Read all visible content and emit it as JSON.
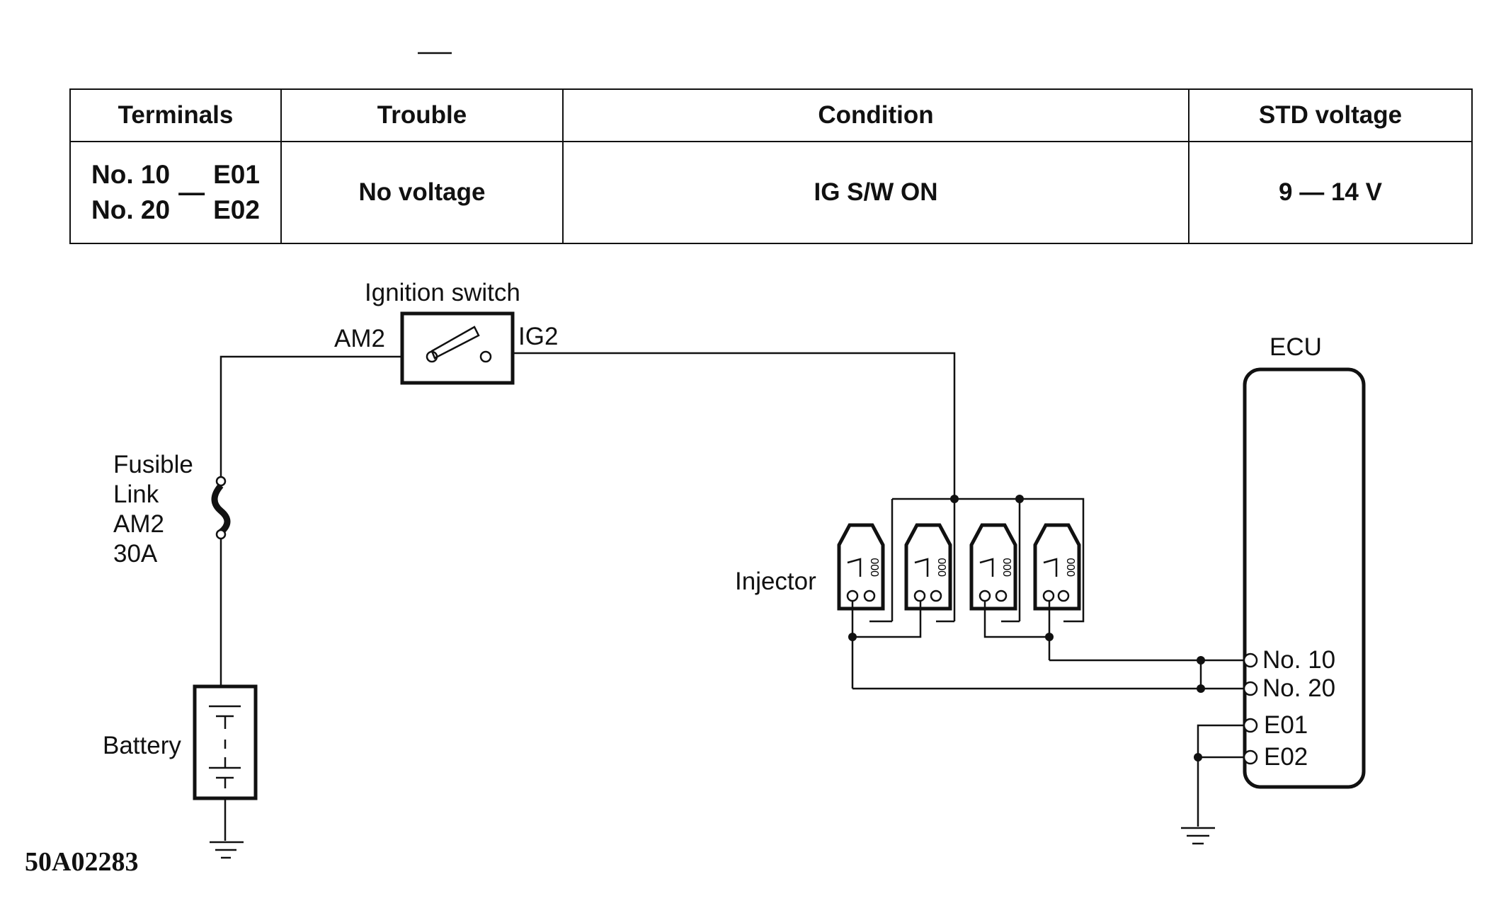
{
  "table": {
    "headers": [
      "Terminals",
      "Trouble",
      "Condition",
      "STD voltage"
    ],
    "row": {
      "terminals_left": [
        "No. 10",
        "No. 20"
      ],
      "terminals_dash": "—",
      "terminals_right": [
        "E01",
        "E02"
      ],
      "trouble": "No voltage",
      "condition": "IG S/W ON",
      "std_voltage": "9 — 14 V"
    }
  },
  "diagram": {
    "ignition_switch": "Ignition switch",
    "am2": "AM2",
    "ig2": "IG2",
    "fusible_link": [
      "Fusible",
      "Link",
      "AM2",
      "30A"
    ],
    "battery": "Battery",
    "injector": "Injector",
    "ecu": "ECU",
    "ecu_pins": [
      "No. 10",
      "No. 20",
      "E01",
      "E02"
    ]
  },
  "figure_code": "50A02283"
}
